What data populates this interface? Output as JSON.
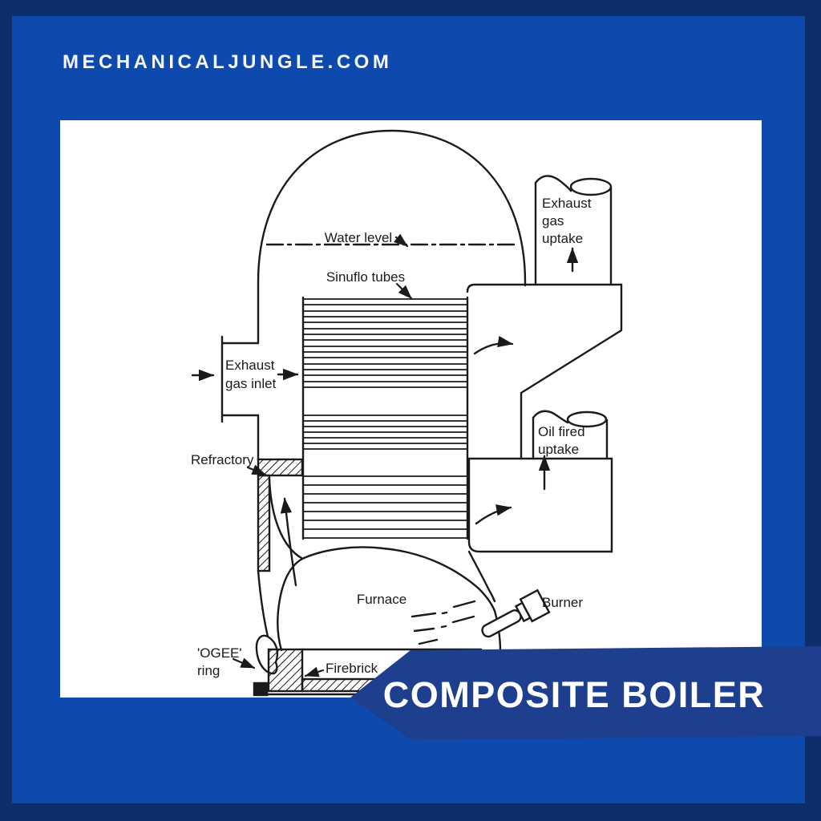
{
  "header": {
    "site": "MECHANICALJUNGLE.COM"
  },
  "banner": {
    "title": "COMPOSITE BOILER"
  },
  "colors": {
    "border_navy": "#0d2d6b",
    "frame_blue": "#0e4aad",
    "ribbon_blue": "#1e3f8e",
    "paper_white": "#ffffff",
    "ink_black": "#1a1a1a",
    "title_white": "#f4f7ff"
  },
  "diagram": {
    "labels": {
      "water_level": "Water level",
      "sinuflo_tubes": "Sinuflo tubes",
      "exhaust_gas_uptake": [
        "Exhaust",
        "gas",
        "uptake"
      ],
      "exhaust_gas_inlet": [
        "Exhaust",
        "gas inlet"
      ],
      "oil_fired_uptake": [
        "Oil fired",
        "uptake"
      ],
      "refractory": "Refractory",
      "furnace": "Furnace",
      "burner": "Burner",
      "ogee_ring": [
        "'OGEE'",
        "ring"
      ],
      "firebrick": "Firebrick"
    }
  }
}
